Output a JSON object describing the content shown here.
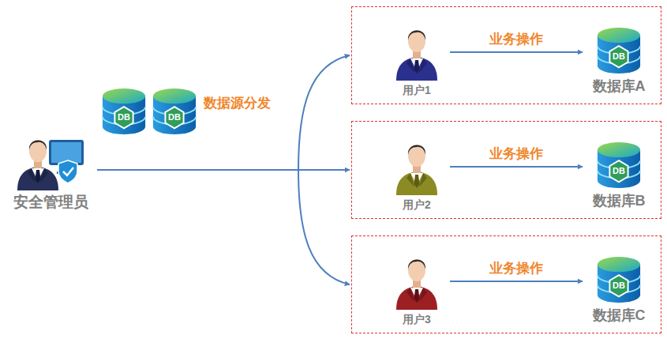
{
  "diagram": {
    "nodes": [
      {
        "text": [
          "安全管理员"
        ]
      },
      {
        "text": []
      },
      {
        "text": [
          "用户1"
        ],
        "in": 1
      },
      {
        "text": [
          "数据库A"
        ],
        "in": 1
      },
      {
        "text": []
      },
      {
        "text": [
          "用户2"
        ],
        "in": 4
      },
      {
        "text": [
          "数据库B"
        ],
        "in": 4
      },
      {
        "text": []
      },
      {
        "text": [
          "用户3"
        ],
        "in": 7
      },
      {
        "text": [
          "数据库C"
        ],
        "in": 7
      }
    ],
    "edges": [
      {
        "from": 0,
        "to": 1,
        "arrow": "to"
      },
      {
        "from": 0,
        "to": 4,
        "label": "数据源分发",
        "arrow": "to"
      },
      {
        "from": 0,
        "to": 7,
        "arrow": "to"
      },
      {
        "from": 2,
        "to": 3,
        "label": "业务操作",
        "arrow": "to"
      },
      {
        "from": 5,
        "to": 6,
        "label": "业务操作",
        "arrow": "to"
      },
      {
        "from": 8,
        "to": 9,
        "label": "业务操作",
        "arrow": "to"
      }
    ],
    "labels": [
      "DB",
      "DB",
      "DB",
      "DB",
      "DB"
    ]
  }
}
